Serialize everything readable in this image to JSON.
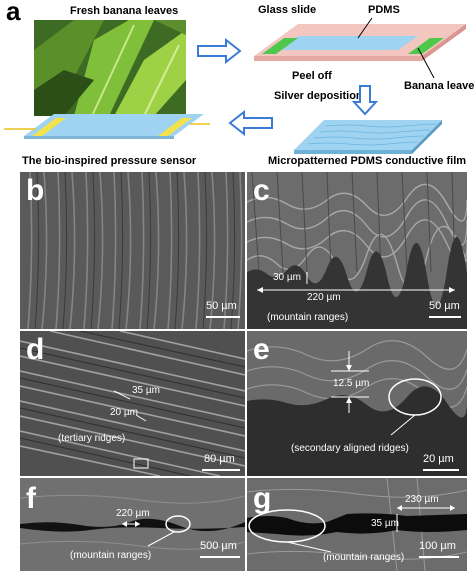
{
  "top": {
    "panel_letter": "a",
    "fresh_label": "Fresh banana leaves",
    "glass_label": "Glass slide",
    "pdms_label": "PDMS",
    "banana_label": "Banana leave",
    "peel_label": "Peel off",
    "silver_label": "Silver deposition",
    "sensor_label": "The bio-inspired pressure sensor",
    "film_label": "Micropatterned PDMS conductive film"
  },
  "panels": {
    "b": {
      "letter": "b",
      "scale": "50 µm"
    },
    "c": {
      "letter": "c",
      "scale": "50 µm",
      "h_label": "30 µm",
      "w_label": "220 µm",
      "note": "(mountain ranges)"
    },
    "d": {
      "letter": "d",
      "scale": "80 µm",
      "l1": "35 µm",
      "l2": "20 µm",
      "note": "(tertiary ridges)"
    },
    "e": {
      "letter": "e",
      "scale": "20 µm",
      "h_label": "12.5 µm",
      "note": "(secondary aligned ridges)"
    },
    "f": {
      "letter": "f",
      "scale": "500 µm",
      "w_label": "220 µm",
      "note": "(mountain ranges)"
    },
    "g": {
      "letter": "g",
      "scale": "100 µm",
      "w_label": "230 µm",
      "h_label": "35 µm",
      "note": "(mountain ranges)"
    }
  },
  "colors": {
    "pdms_blue": "#9fd3f2",
    "glass_pink": "#f4c6c0",
    "leaf_green": "#4ec84a",
    "arrow_blue": "#3a7bd5"
  }
}
